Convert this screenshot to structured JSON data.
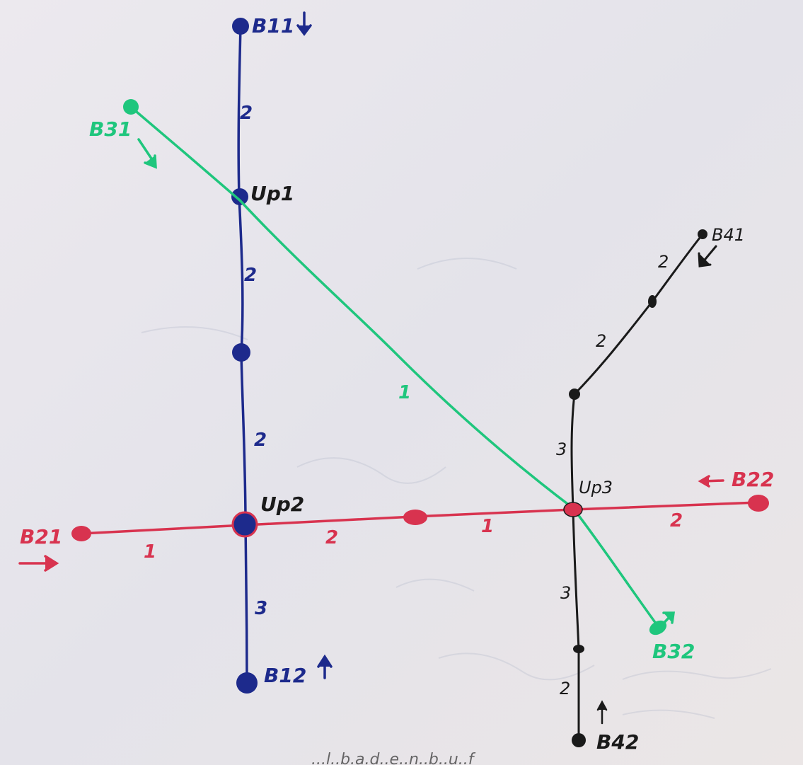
{
  "colors": {
    "blue": "#1d2a8c",
    "green": "#1fc67d",
    "red": "#d8334f",
    "black": "#1a1a1a",
    "board": "#e9e6ea"
  },
  "nodes": {
    "b11": "B11",
    "b12": "B12",
    "b21": "B21",
    "b22": "B22",
    "b31": "B31",
    "b32": "B32",
    "b41": "B41",
    "b42": "B42",
    "up1": "Up1",
    "up2": "Up2",
    "up3": "Up3"
  },
  "edge_weights": {
    "blue_b11_up1": "2",
    "blue_up1_mid": "2",
    "blue_mid_up2": "2",
    "blue_up2_b12": "3",
    "green_up1_up3": "1",
    "red_b21_up2": "1",
    "red_up2_mid": "2",
    "red_mid_up3": "1",
    "red_up3_b22": "2",
    "black_b41_mid": "2",
    "black_mid_bend": "2",
    "black_bend_up3": "3",
    "black_up3_mid": "3",
    "black_mid_b42": "2"
  },
  "bottom_scribble": "...l..b.a.d..e..n..b..u..f"
}
